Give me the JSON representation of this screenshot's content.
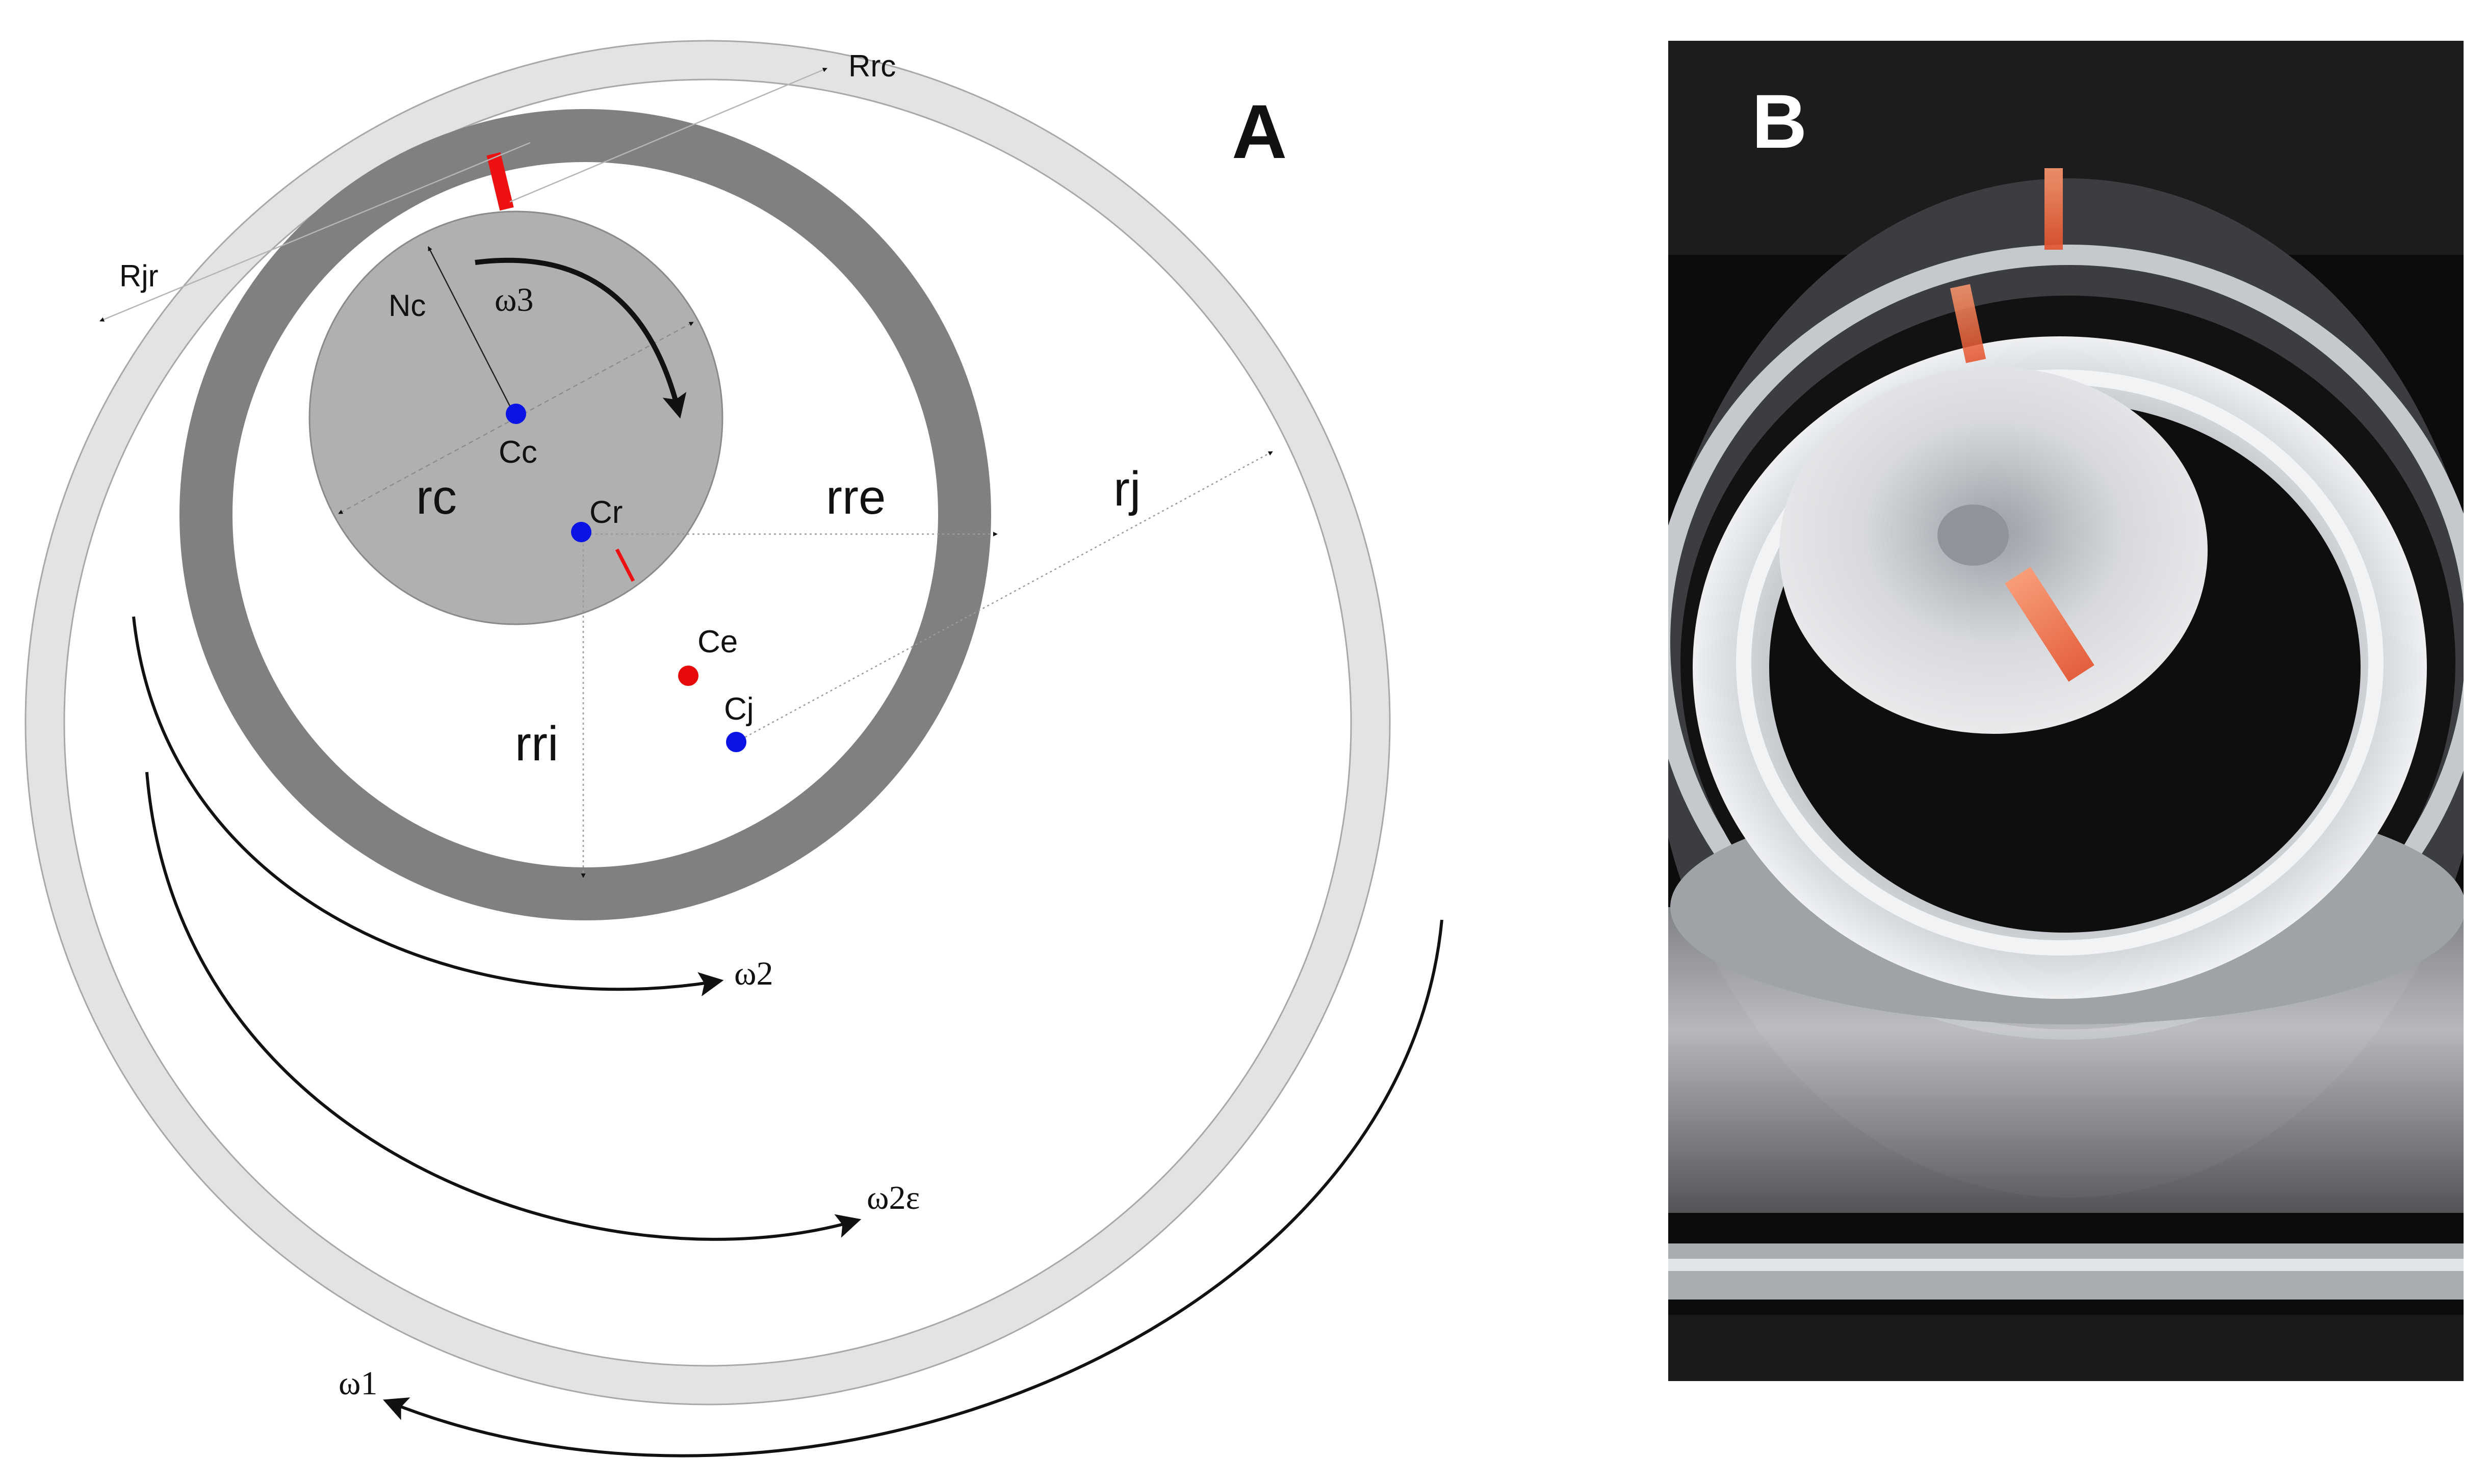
{
  "panels": {
    "a": {
      "letter": "A"
    },
    "b": {
      "letter": "B"
    }
  },
  "labels": {
    "rrc": "Rrc",
    "rjr": "Rjr",
    "nc": "Nc",
    "omega3": "ω3",
    "cc": "Cc",
    "rc": "rc",
    "cr": "Cr",
    "rre": "rre",
    "rj": "rj",
    "ce": "Ce",
    "cj": "Cj",
    "rri": "rri",
    "omega2": "ω2",
    "omega2e": "ω2ε",
    "omega1": "ω1"
  },
  "colors": {
    "outer_ring": "#e3e3e3",
    "middle_ring": "#808080",
    "inner_disc": "#b0b0b0",
    "center_blue": "#0a12e6",
    "center_red": "#e60a0a",
    "marker_red": "#ee1111",
    "photo_background": "#0c0c0c"
  }
}
